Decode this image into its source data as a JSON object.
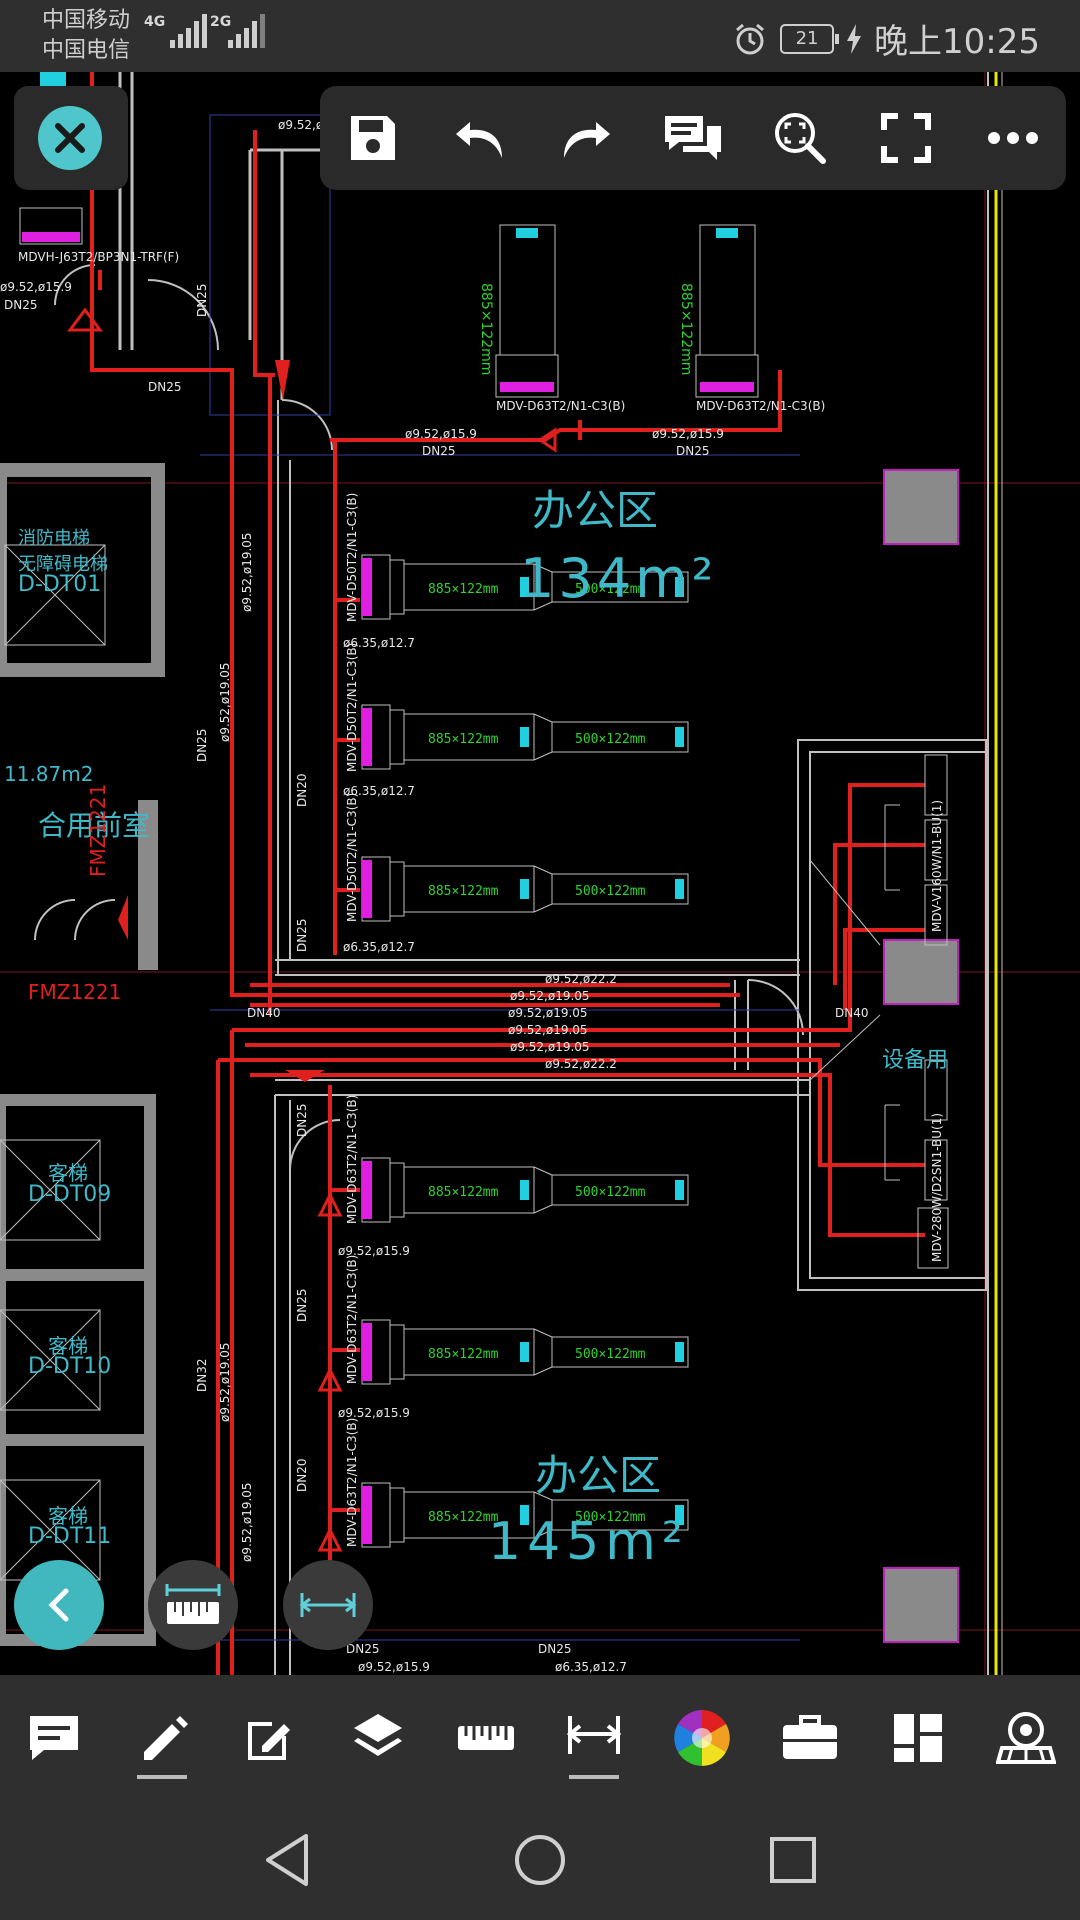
{
  "status_bar": {
    "carrier_1": "中国移动",
    "carrier_2": "中国电信",
    "network_1": "4G",
    "network_2": "2G",
    "battery": "21",
    "time": "晚上10:25",
    "icons": [
      "alarm-icon",
      "battery-icon",
      "charging-icon"
    ]
  },
  "toolbar": {
    "buttons": [
      "save-icon",
      "undo-icon",
      "redo-icon",
      "comments-icon",
      "zoom-icon",
      "fullscreen-icon",
      "more-icon"
    ]
  },
  "drawing": {
    "rooms": {
      "office_1": "办公区",
      "office_1_area": "134m²",
      "office_2": "办公区",
      "office_2_area": "145m²",
      "shared_lobby": "合用前室",
      "shared_lobby_area": "11.87m2",
      "equipment": "设备用",
      "fire_elevator": "消防电梯",
      "accessible_elevator": "无障碍电梯",
      "elevator_dt01": "D-DT01",
      "passenger_1": "客梯",
      "elevator_dt09": "D-DT09",
      "passenger_2": "客梯",
      "elevator_dt10": "D-DT10",
      "passenger_3": "客梯",
      "elevator_dt11": "D-DT11",
      "door_fm": "FMZ1221",
      "door_fm_vertical": "FMZ1221"
    },
    "pipe_labels": {
      "dn25": "DN25",
      "dn20": "DN20",
      "dn32": "DN32",
      "dn40": "DN40",
      "p952_159": "ø9.52,ø15.9",
      "p952_1905": "ø9.52,ø19.05",
      "p952_222": "ø9.52,ø22.2",
      "p635_127": "ø6.35,ø12.7"
    },
    "units": {
      "top_left": "MDVH-J63T2/BP3N1-TRF(F)",
      "top_1": "MDV-D63T2/N1-C3(B)",
      "top_2": "MDV-D63T2/N1-C3(B)",
      "mid_1": "MDV-D50T2/N1-C3(B)",
      "mid_2": "MDV-D50T2/N1-C3(B)",
      "mid_3": "MDV-D50T2/N1-C3(B)",
      "low_1": "MDV-D63T2/N1-C3(B)",
      "low_2": "MDV-D63T2/N1-C3(B)",
      "low_3": "MDV-D63T2/N1-C3(B)",
      "right_1": "MDV-V160W/N1-BU(1)",
      "right_2": "MDV-280W/D2SN1-BU(1)"
    },
    "ducts": {
      "supply": "885×122mm",
      "return": "500×122mm",
      "vertical": "885×122mm"
    }
  },
  "bottom_bar": {
    "tools": [
      "comment-icon",
      "pen-icon",
      "edit-icon",
      "layers-icon",
      "ruler-icon",
      "dimension-icon",
      "color-wheel-icon",
      "toolbox-icon",
      "apps-icon",
      "view3d-icon"
    ]
  },
  "nav": {
    "buttons": [
      "back-icon",
      "home-icon",
      "recents-icon"
    ]
  },
  "colors": {
    "accent": "#4fc6cc",
    "pipe": "#e0201e",
    "wall": "#c0c0c0",
    "magenta": "#e020e0",
    "cyan_text": "#3fb8c8"
  }
}
